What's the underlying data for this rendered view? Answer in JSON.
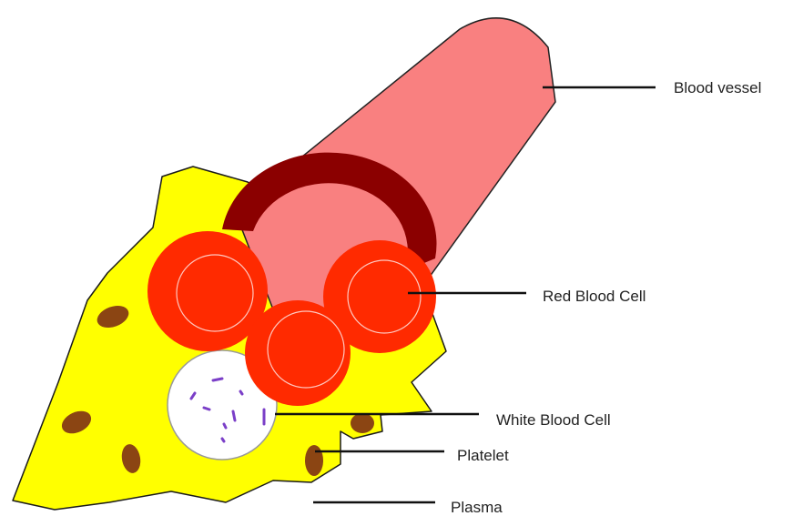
{
  "diagram": {
    "labels": {
      "blood_vessel": "Blood vessel",
      "red_blood_cell": "Red Blood Cell",
      "white_blood_cell": "White Blood Cell",
      "platelet": "Platelet",
      "plasma": "Plasma"
    },
    "colors": {
      "plasma_fill": "#FFFF00",
      "vessel_body": "#F98080",
      "vessel_wall": "#8B0000",
      "red_cell": "#FF2A00",
      "white_cell": "#FFFFFF",
      "platelet": "#8B4513",
      "granule": "#7B3FC8"
    }
  }
}
